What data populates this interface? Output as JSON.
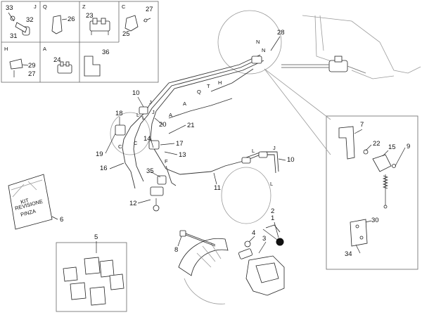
{
  "inset_boxes": {
    "J": {
      "letter": "J",
      "parts": [
        "33",
        "32",
        "31"
      ]
    },
    "Q": {
      "letter": "Q",
      "parts": [
        "26"
      ]
    },
    "Z": {
      "letter": "Z",
      "parts": [
        "23"
      ]
    },
    "C": {
      "letter": "C",
      "parts": [
        "27",
        "25"
      ]
    },
    "H": {
      "letter": "H",
      "parts": [
        "29",
        "27"
      ]
    },
    "A": {
      "letter": "A",
      "parts": [
        "24"
      ]
    },
    "36": {
      "parts": [
        "36"
      ]
    }
  },
  "kit_box": {
    "line1": "KIT",
    "line2": "REVISIONE",
    "line3": "PINZA"
  },
  "part_numbers": [
    "1",
    "2",
    "3",
    "4",
    "5",
    "6",
    "7",
    "8",
    "9",
    "10",
    "10",
    "11",
    "12",
    "13",
    "14",
    "15",
    "16",
    "17",
    "18",
    "19",
    "20",
    "21",
    "22",
    "28",
    "30",
    "34",
    "35"
  ],
  "route_letters": [
    "N",
    "N",
    "H",
    "T",
    "Q",
    "J",
    "A",
    "L",
    "J",
    "C",
    "L",
    "A",
    "C",
    "F",
    "L",
    "J",
    "L"
  ]
}
